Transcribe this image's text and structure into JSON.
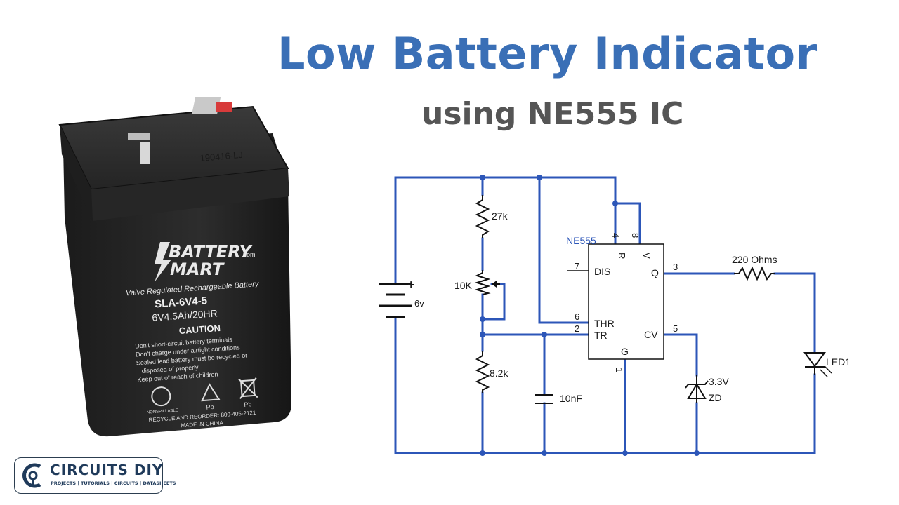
{
  "header": {
    "title": "Low Battery Indicator",
    "subtitle": "using NE555 IC"
  },
  "battery_photo": {
    "brand_line1": "BATTERY",
    "brand_line2": "MART",
    "brand_domain": ".com",
    "type_line": "Valve Regulated Rechargeable Battery",
    "model": "SLA-6V4-5",
    "rating": "6V4.5Ah/20HR",
    "caution_title": "CAUTION",
    "caution_items": [
      "Don't short-circuit battery terminals",
      "Don't charge under airtight conditions",
      "Sealed lead battery must be recycled or",
      "disposed of properly",
      "Keep out of reach of children"
    ],
    "recycle_labels": [
      "NONSPILLABLE",
      "Pb",
      "Pb"
    ],
    "reorder_line": "RECYCLE AND REORDER: 800-405-2121",
    "made_in": "MADE IN CHINA",
    "lid_code": "190416-LJ"
  },
  "schematic": {
    "ic_name": "NE555",
    "pins": {
      "reset": "R",
      "vcc": "V",
      "dis": "DIS",
      "q": "Q",
      "thr": "THR",
      "tr": "TR",
      "g": "G",
      "cv": "CV"
    },
    "pin_numbers": {
      "reset": "4",
      "vcc": "8",
      "dis": "7",
      "q": "3",
      "thr": "6",
      "tr": "2",
      "g": "1",
      "cv": "5"
    },
    "components": {
      "r1": "27k",
      "pot": "10K",
      "r2": "8.2k",
      "cap": "10nF",
      "zener_value": "3.3V",
      "zener_ref": "ZD",
      "r_led": "220 Ohms",
      "led": "LED1",
      "battery_voltage": "6v",
      "battery_plus": "+"
    },
    "colors": {
      "wire": "#2c56b8",
      "title": "#3a6fb6"
    }
  },
  "logo": {
    "brand": "CIRCUITS DIY",
    "tagline": "PROJECTS | TUTORIALS | CIRCUITS | DATASHEETS"
  }
}
